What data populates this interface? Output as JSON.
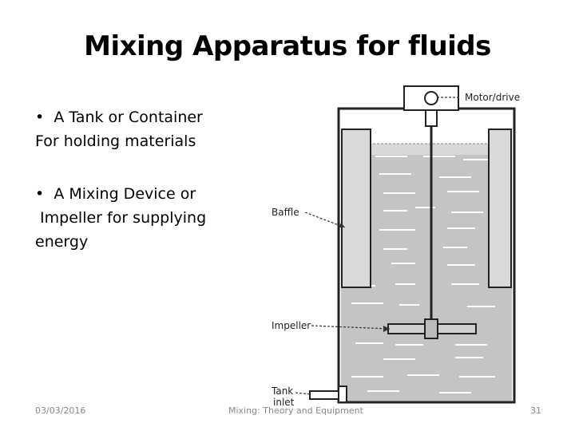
{
  "slide": {
    "title": "Mixing Apparatus for fluids",
    "bullets": [
      {
        "bullet": "•",
        "lines": [
          "A Tank or Container",
          "For holding materials"
        ]
      },
      {
        "bullet": "•",
        "lines": [
          "A Mixing Device or",
          "Impeller for supplying",
          "energy"
        ]
      }
    ]
  },
  "diagram": {
    "labels": {
      "motor": "Motor/drive",
      "baffle": "Baffle",
      "impeller": "Impeller",
      "inlet_line1": "Tank",
      "inlet_line2": "inlet"
    }
  },
  "footer": {
    "date": "03/03/2016",
    "subject": "Mixing: Theory and Equipment",
    "page": "31"
  }
}
